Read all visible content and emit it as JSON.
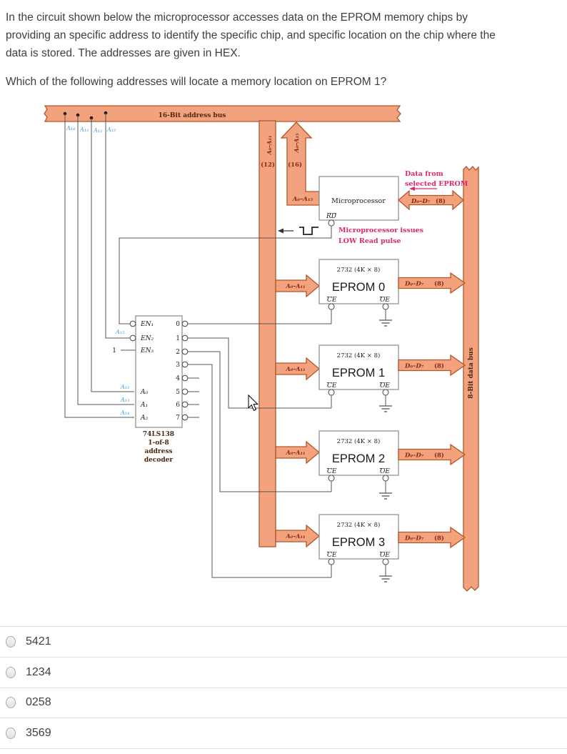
{
  "question": {
    "line1": "In the circuit shown below the microprocessor accesses data on the EPROM memory chips by",
    "line2": "providing an specific address to identify the specific chip, and specific location on the chip where the",
    "line3": "data is stored.  The addresses are given in HEX.",
    "prompt": "Which of the following addresses will locate a memory location on EPROM 1?"
  },
  "options": [
    {
      "label": "5421"
    },
    {
      "label": "1234"
    },
    {
      "label": "0258"
    },
    {
      "label": "3569"
    }
  ],
  "diagram": {
    "address_bus_label": "16-Bit address bus",
    "data_bus_label": "8-Bit data bus",
    "bus_taps": [
      "A₁₄",
      "A₁₃",
      "A₁₂",
      "A₁₅"
    ],
    "addr_branch_label": "A₀–A₁₁",
    "addr_branch_count": "(12)",
    "addr_full_label": "A₀–A₁₅",
    "addr_full_count": "(16)",
    "data_label": "D₀–D₇",
    "data_count": "(8)",
    "micro": {
      "label": "Microprocessor",
      "rd": "RD",
      "read_note_1": "Microprocessor issues",
      "read_note_2": "LOW Read pulse",
      "data_note_1": "Data from",
      "data_note_2": "selected EPROM"
    },
    "decoder": {
      "en1": "EN₁",
      "en2": "EN₂",
      "en3": "EN₃",
      "en3_const": "1",
      "en2_label": "A₁₅",
      "a0": "A₀",
      "a1": "A₁",
      "a2": "A₂",
      "select_labels": [
        "A₁₂",
        "A₁₃",
        "A₁₄"
      ],
      "outputs": [
        "0",
        "1",
        "2",
        "3",
        "4",
        "5",
        "6",
        "7"
      ],
      "name1": "74LS138",
      "name2": "1-of-8",
      "name3": "address",
      "name4": "decoder"
    },
    "eproms": [
      {
        "chip": "2732 (4K × 8)",
        "name": "EPROM 0",
        "ce": "CE",
        "oe": "OE"
      },
      {
        "chip": "2732 (4K × 8)",
        "name": "EPROM 1",
        "ce": "CE",
        "oe": "OE"
      },
      {
        "chip": "2732 (4K × 8)",
        "name": "EPROM 2",
        "ce": "CE",
        "oe": "OE"
      },
      {
        "chip": "2732 (4K × 8)",
        "name": "EPROM 3",
        "ce": "CE",
        "oe": "OE"
      }
    ],
    "colors": {
      "bus_fill": "#f2a37d",
      "bus_stroke": "#b2562b",
      "accent_pink": "#e0266e",
      "label_red": "#8e231a",
      "label_blue": "#3f9fd8"
    }
  }
}
